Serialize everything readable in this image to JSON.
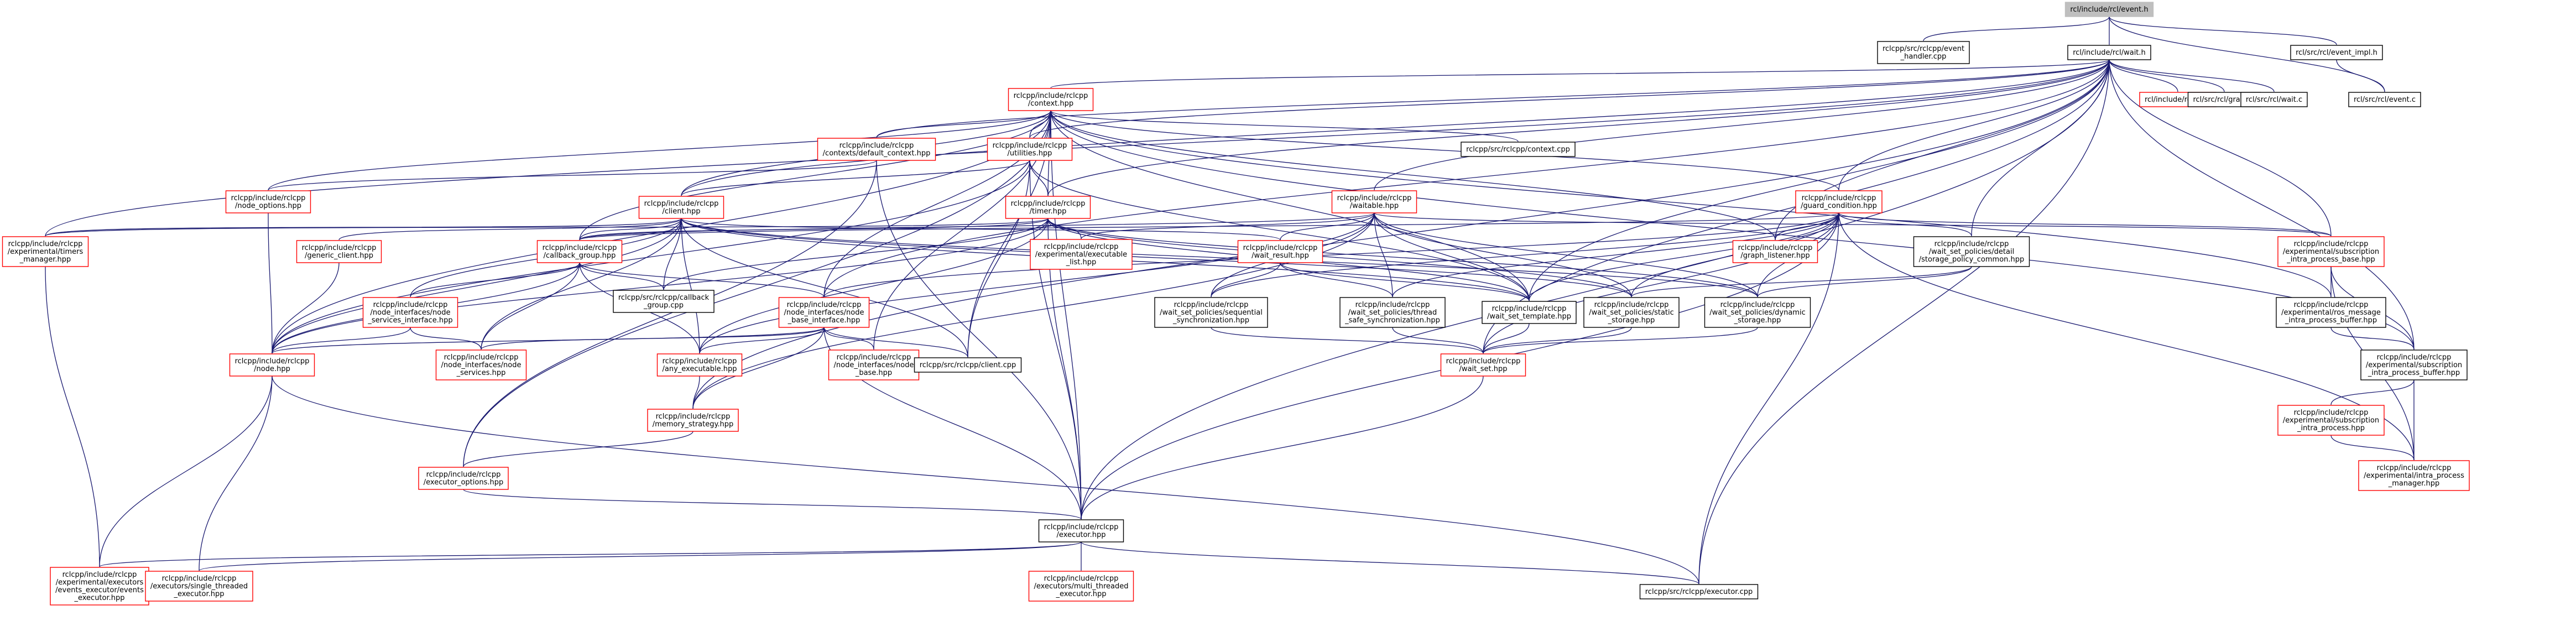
{
  "colors": {
    "edge": "#191970",
    "border_default": "#000000",
    "border_red": "#ff0000",
    "border_gray": "#bfbfbf",
    "fill_root": "#bfbfbf",
    "fill_default": "#ffffff"
  },
  "nodes": {
    "event_h": {
      "lines": [
        "rcl/include/rcl/event.h"
      ],
      "kind": "root"
    },
    "event_handler_cpp": {
      "lines": [
        "rclcpp/src/rclcpp/event",
        "_handler.cpp"
      ],
      "kind": "plain"
    },
    "wait_h": {
      "lines": [
        "rcl/include/rcl/wait.h"
      ],
      "kind": "plain"
    },
    "event_impl_h": {
      "lines": [
        "rcl/src/rcl/event_impl.h"
      ],
      "kind": "plain"
    },
    "event_c": {
      "lines": [
        "rcl/src/rcl/event.c"
      ],
      "kind": "plain"
    },
    "rcl_h": {
      "lines": [
        "rcl/include/rcl/rcl.h"
      ],
      "kind": "red"
    },
    "graph_c": {
      "lines": [
        "rcl/src/rcl/graph.c"
      ],
      "kind": "plain"
    },
    "wait_c": {
      "lines": [
        "rcl/src/rcl/wait.c"
      ],
      "kind": "plain"
    },
    "context_hpp": {
      "lines": [
        "rclcpp/include/rclcpp",
        "/context.hpp"
      ],
      "kind": "red"
    },
    "default_context_hpp": {
      "lines": [
        "rclcpp/include/rclcpp",
        "/contexts/default_context.hpp"
      ],
      "kind": "red"
    },
    "utilities_hpp": {
      "lines": [
        "rclcpp/include/rclcpp",
        "/utilities.hpp"
      ],
      "kind": "red"
    },
    "context_cpp": {
      "lines": [
        "rclcpp/src/rclcpp/context.cpp"
      ],
      "kind": "plain"
    },
    "node_options_hpp": {
      "lines": [
        "rclcpp/include/rclcpp",
        "/node_options.hpp"
      ],
      "kind": "red"
    },
    "client_hpp": {
      "lines": [
        "rclcpp/include/rclcpp",
        "/client.hpp"
      ],
      "kind": "red"
    },
    "timer_hpp": {
      "lines": [
        "rclcpp/include/rclcpp",
        "/timer.hpp"
      ],
      "kind": "red"
    },
    "waitable_hpp": {
      "lines": [
        "rclcpp/include/rclcpp",
        "/waitable.hpp"
      ],
      "kind": "red"
    },
    "guard_condition_hpp": {
      "lines": [
        "rclcpp/include/rclcpp",
        "/guard_condition.hpp"
      ],
      "kind": "red"
    },
    "timers_manager_hpp": {
      "lines": [
        "rclcpp/include/rclcpp",
        "/experimental/timers",
        "_manager.hpp"
      ],
      "kind": "red"
    },
    "generic_client_hpp": {
      "lines": [
        "rclcpp/include/rclcpp",
        "/generic_client.hpp"
      ],
      "kind": "red"
    },
    "callback_group_hpp": {
      "lines": [
        "rclcpp/include/rclcpp",
        "/callback_group.hpp"
      ],
      "kind": "red"
    },
    "executable_list_hpp": {
      "lines": [
        "rclcpp/include/rclcpp",
        "/experimental/executable",
        "_list.hpp"
      ],
      "kind": "red"
    },
    "wait_result_hpp": {
      "lines": [
        "rclcpp/include/rclcpp",
        "/wait_result.hpp"
      ],
      "kind": "red"
    },
    "graph_listener_hpp": {
      "lines": [
        "rclcpp/include/rclcpp",
        "/graph_listener.hpp"
      ],
      "kind": "red"
    },
    "storage_policy_common_hpp": {
      "lines": [
        "rclcpp/include/rclcpp",
        "/wait_set_policies/detail",
        "/storage_policy_common.hpp"
      ],
      "kind": "plain"
    },
    "subscription_ipb_hpp": {
      "lines": [
        "rclcpp/include/rclcpp",
        "/experimental/subscription",
        "_intra_process_base.hpp"
      ],
      "kind": "red"
    },
    "callback_group_cpp": {
      "lines": [
        "rclcpp/src/rclcpp/callback",
        "_group.cpp"
      ],
      "kind": "plain"
    },
    "node_services_interface_hpp": {
      "lines": [
        "rclcpp/include/rclcpp",
        "/node_interfaces/node",
        "_services_interface.hpp"
      ],
      "kind": "red"
    },
    "node_base_interface_hpp": {
      "lines": [
        "rclcpp/include/rclcpp",
        "/node_interfaces/node",
        "_base_interface.hpp"
      ],
      "kind": "red"
    },
    "sequential_sync_hpp": {
      "lines": [
        "rclcpp/include/rclcpp",
        "/wait_set_policies/sequential",
        "_synchronization.hpp"
      ],
      "kind": "plain"
    },
    "thread_safe_sync_hpp": {
      "lines": [
        "rclcpp/include/rclcpp",
        "/wait_set_policies/thread",
        "_safe_synchronization.hpp"
      ],
      "kind": "plain"
    },
    "wait_set_template_hpp": {
      "lines": [
        "rclcpp/include/rclcpp",
        "/wait_set_template.hpp"
      ],
      "kind": "plain"
    },
    "static_storage_hpp": {
      "lines": [
        "rclcpp/include/rclcpp",
        "/wait_set_policies/static",
        "_storage.hpp"
      ],
      "kind": "plain"
    },
    "dynamic_storage_hpp": {
      "lines": [
        "rclcpp/include/rclcpp",
        "/wait_set_policies/dynamic",
        "_storage.hpp"
      ],
      "kind": "plain"
    },
    "ros_message_ipb_hpp": {
      "lines": [
        "rclcpp/include/rclcpp",
        "/experimental/ros_message",
        "_intra_process_buffer.hpp"
      ],
      "kind": "plain"
    },
    "node_hpp": {
      "lines": [
        "rclcpp/include/rclcpp",
        "/node.hpp"
      ],
      "kind": "red"
    },
    "node_services_hpp": {
      "lines": [
        "rclcpp/include/rclcpp",
        "/node_interfaces/node",
        "_services.hpp"
      ],
      "kind": "red"
    },
    "any_executable_hpp": {
      "lines": [
        "rclcpp/include/rclcpp",
        "/any_executable.hpp"
      ],
      "kind": "red"
    },
    "node_base_hpp": {
      "lines": [
        "rclcpp/include/rclcpp",
        "/node_interfaces/node",
        "_base.hpp"
      ],
      "kind": "red"
    },
    "client_cpp": {
      "lines": [
        "rclcpp/src/rclcpp/client.cpp"
      ],
      "kind": "plain"
    },
    "wait_set_hpp": {
      "lines": [
        "rclcpp/include/rclcpp",
        "/wait_set.hpp"
      ],
      "kind": "red"
    },
    "subscription_ipbuf_hpp": {
      "lines": [
        "rclcpp/include/rclcpp",
        "/experimental/subscription",
        "_intra_process_buffer.hpp"
      ],
      "kind": "plain"
    },
    "subscription_ip_hpp": {
      "lines": [
        "rclcpp/include/rclcpp",
        "/experimental/subscription",
        "_intra_process.hpp"
      ],
      "kind": "red"
    },
    "memory_strategy_hpp": {
      "lines": [
        "rclcpp/include/rclcpp",
        "/memory_strategy.hpp"
      ],
      "kind": "red"
    },
    "ip_manager_hpp": {
      "lines": [
        "rclcpp/include/rclcpp",
        "/experimental/intra_process",
        "_manager.hpp"
      ],
      "kind": "red"
    },
    "executor_options_hpp": {
      "lines": [
        "rclcpp/include/rclcpp",
        "/executor_options.hpp"
      ],
      "kind": "red"
    },
    "executor_hpp": {
      "lines": [
        "rclcpp/include/rclcpp",
        "/executor.hpp"
      ],
      "kind": "plain"
    },
    "events_executor_hpp": {
      "lines": [
        "rclcpp/include/rclcpp",
        "/experimental/executors",
        "/events_executor/events",
        "_executor.hpp"
      ],
      "kind": "red"
    },
    "single_threaded_hpp": {
      "lines": [
        "rclcpp/include/rclcpp",
        "/executors/single_threaded",
        "_executor.hpp"
      ],
      "kind": "red"
    },
    "multi_threaded_hpp": {
      "lines": [
        "rclcpp/include/rclcpp",
        "/executors/multi_threaded",
        "_executor.hpp"
      ],
      "kind": "red"
    },
    "executor_cpp": {
      "lines": [
        "rclcpp/src/rclcpp/executor.cpp"
      ],
      "kind": "plain"
    }
  },
  "edges": [
    [
      "event_h",
      "event_handler_cpp"
    ],
    [
      "event_h",
      "wait_h"
    ],
    [
      "event_h",
      "event_impl_h"
    ],
    [
      "event_h",
      "event_c"
    ],
    [
      "event_impl_h",
      "event_c"
    ],
    [
      "wait_h",
      "rcl_h"
    ],
    [
      "wait_h",
      "graph_c"
    ],
    [
      "wait_h",
      "wait_c"
    ],
    [
      "wait_h",
      "context_hpp"
    ],
    [
      "wait_h",
      "default_context_hpp"
    ],
    [
      "wait_h",
      "utilities_hpp"
    ],
    [
      "wait_h",
      "client_hpp"
    ],
    [
      "wait_h",
      "timer_hpp"
    ],
    [
      "wait_h",
      "waitable_hpp"
    ],
    [
      "wait_h",
      "guard_condition_hpp"
    ],
    [
      "wait_h",
      "timers_manager_hpp"
    ],
    [
      "wait_h",
      "graph_listener_hpp"
    ],
    [
      "wait_h",
      "storage_policy_common_hpp"
    ],
    [
      "wait_h",
      "subscription_ipb_hpp"
    ],
    [
      "wait_h",
      "wait_set_template_hpp"
    ],
    [
      "wait_h",
      "wait_set_hpp"
    ],
    [
      "wait_h",
      "executor_hpp"
    ],
    [
      "wait_h",
      "memory_strategy_hpp"
    ],
    [
      "wait_h",
      "executor_cpp"
    ],
    [
      "wait_h",
      "subscription_ipbuf_hpp"
    ],
    [
      "wait_h",
      "node_base_interface_hpp"
    ],
    [
      "context_hpp",
      "default_context_hpp"
    ],
    [
      "context_hpp",
      "utilities_hpp"
    ],
    [
      "context_hpp",
      "context_cpp"
    ],
    [
      "context_hpp",
      "node_options_hpp"
    ],
    [
      "context_hpp",
      "client_hpp"
    ],
    [
      "context_hpp",
      "timer_hpp"
    ],
    [
      "context_hpp",
      "guard_condition_hpp"
    ],
    [
      "context_hpp",
      "callback_group_hpp"
    ],
    [
      "context_hpp",
      "graph_listener_hpp"
    ],
    [
      "context_hpp",
      "node_base_interface_hpp"
    ],
    [
      "context_hpp",
      "wait_set_template_hpp"
    ],
    [
      "context_hpp",
      "node_hpp"
    ],
    [
      "context_hpp",
      "executor_hpp"
    ],
    [
      "context_hpp",
      "executor_options_hpp"
    ],
    [
      "context_hpp",
      "ros_message_ipb_hpp"
    ],
    [
      "context_hpp",
      "client_cpp"
    ],
    [
      "context_hpp",
      "node_base_hpp"
    ],
    [
      "context_hpp",
      "subscription_ipbuf_hpp"
    ],
    [
      "default_context_hpp",
      "node_options_hpp"
    ],
    [
      "default_context_hpp",
      "executor_options_hpp"
    ],
    [
      "default_context_hpp",
      "executor_hpp"
    ],
    [
      "utilities_hpp",
      "timer_hpp"
    ],
    [
      "utilities_hpp",
      "client_hpp"
    ],
    [
      "utilities_hpp",
      "node_hpp"
    ],
    [
      "utilities_hpp",
      "executor_hpp"
    ],
    [
      "utilities_hpp",
      "wait_set_template_hpp"
    ],
    [
      "utilities_hpp",
      "client_cpp"
    ],
    [
      "node_options_hpp",
      "node_hpp"
    ],
    [
      "client_hpp",
      "generic_client_hpp"
    ],
    [
      "client_hpp",
      "callback_group_hpp"
    ],
    [
      "client_hpp",
      "timers_manager_hpp"
    ],
    [
      "client_hpp",
      "any_executable_hpp"
    ],
    [
      "client_hpp",
      "node_services_interface_hpp"
    ],
    [
      "client_hpp",
      "node_services_hpp"
    ],
    [
      "client_hpp",
      "client_cpp"
    ],
    [
      "client_hpp",
      "callback_group_cpp"
    ],
    [
      "client_hpp",
      "wait_set_template_hpp"
    ],
    [
      "client_hpp",
      "static_storage_hpp"
    ],
    [
      "client_hpp",
      "dynamic_storage_hpp"
    ],
    [
      "client_hpp",
      "node_hpp"
    ],
    [
      "client_hpp",
      "wait_result_hpp"
    ],
    [
      "timer_hpp",
      "callback_group_hpp"
    ],
    [
      "timer_hpp",
      "executable_list_hpp"
    ],
    [
      "timer_hpp",
      "timers_manager_hpp"
    ],
    [
      "timer_hpp",
      "any_executable_hpp"
    ],
    [
      "timer_hpp",
      "wait_set_template_hpp"
    ],
    [
      "timer_hpp",
      "static_storage_hpp"
    ],
    [
      "timer_hpp",
      "dynamic_storage_hpp"
    ],
    [
      "timer_hpp",
      "node_hpp"
    ],
    [
      "timer_hpp",
      "executor_hpp"
    ],
    [
      "timer_hpp",
      "callback_group_cpp"
    ],
    [
      "waitable_hpp",
      "callback_group_hpp"
    ],
    [
      "waitable_hpp",
      "wait_result_hpp"
    ],
    [
      "waitable_hpp",
      "executable_list_hpp"
    ],
    [
      "waitable_hpp",
      "sequential_sync_hpp"
    ],
    [
      "waitable_hpp",
      "thread_safe_sync_hpp"
    ],
    [
      "waitable_hpp",
      "wait_set_template_hpp"
    ],
    [
      "waitable_hpp",
      "static_storage_hpp"
    ],
    [
      "waitable_hpp",
      "dynamic_storage_hpp"
    ],
    [
      "waitable_hpp",
      "any_executable_hpp"
    ],
    [
      "waitable_hpp",
      "subscription_ipb_hpp"
    ],
    [
      "waitable_hpp",
      "memory_strategy_hpp"
    ],
    [
      "guard_condition_hpp",
      "graph_listener_hpp"
    ],
    [
      "guard_condition_hpp",
      "callback_group_hpp"
    ],
    [
      "guard_condition_hpp",
      "storage_policy_common_hpp"
    ],
    [
      "guard_condition_hpp",
      "sequential_sync_hpp"
    ],
    [
      "guard_condition_hpp",
      "thread_safe_sync_hpp"
    ],
    [
      "guard_condition_hpp",
      "wait_set_template_hpp"
    ],
    [
      "guard_condition_hpp",
      "static_storage_hpp"
    ],
    [
      "guard_condition_hpp",
      "dynamic_storage_hpp"
    ],
    [
      "guard_condition_hpp",
      "wait_set_hpp"
    ],
    [
      "guard_condition_hpp",
      "executor_hpp"
    ],
    [
      "guard_condition_hpp",
      "node_base_interface_hpp"
    ],
    [
      "guard_condition_hpp",
      "subscription_ipb_hpp"
    ],
    [
      "guard_condition_hpp",
      "ip_manager_hpp"
    ],
    [
      "guard_condition_hpp",
      "executor_cpp"
    ],
    [
      "timers_manager_hpp",
      "events_executor_hpp"
    ],
    [
      "generic_client_hpp",
      "node_hpp"
    ],
    [
      "callback_group_hpp",
      "node_services_interface_hpp"
    ],
    [
      "callback_group_hpp",
      "node_base_interface_hpp"
    ],
    [
      "callback_group_hpp",
      "callback_group_cpp"
    ],
    [
      "callback_group_hpp",
      "node_hpp"
    ],
    [
      "callback_group_hpp",
      "any_executable_hpp"
    ],
    [
      "callback_group_hpp",
      "node_services_hpp"
    ],
    [
      "wait_result_hpp",
      "sequential_sync_hpp"
    ],
    [
      "wait_result_hpp",
      "thread_safe_sync_hpp"
    ],
    [
      "wait_result_hpp",
      "wait_set_template_hpp"
    ],
    [
      "storage_policy_common_hpp",
      "static_storage_hpp"
    ],
    [
      "storage_policy_common_hpp",
      "dynamic_storage_hpp"
    ],
    [
      "subscription_ipb_hpp",
      "ros_message_ipb_hpp"
    ],
    [
      "subscription_ipb_hpp",
      "subscription_ipbuf_hpp"
    ],
    [
      "subscription_ipb_hpp",
      "ip_manager_hpp"
    ],
    [
      "node_services_interface_hpp",
      "node_hpp"
    ],
    [
      "node_services_interface_hpp",
      "node_services_hpp"
    ],
    [
      "node_base_interface_hpp",
      "node_hpp"
    ],
    [
      "node_base_interface_hpp",
      "node_base_hpp"
    ],
    [
      "node_base_interface_hpp",
      "any_executable_hpp"
    ],
    [
      "node_base_interface_hpp",
      "memory_strategy_hpp"
    ],
    [
      "node_base_interface_hpp",
      "client_cpp"
    ],
    [
      "node_base_interface_hpp",
      "node_services_hpp"
    ],
    [
      "node_base_interface_hpp",
      "executor_hpp"
    ],
    [
      "sequential_sync_hpp",
      "wait_set_hpp"
    ],
    [
      "thread_safe_sync_hpp",
      "wait_set_hpp"
    ],
    [
      "wait_set_template_hpp",
      "wait_set_hpp"
    ],
    [
      "static_storage_hpp",
      "wait_set_hpp"
    ],
    [
      "dynamic_storage_hpp",
      "wait_set_hpp"
    ],
    [
      "ros_message_ipb_hpp",
      "subscription_ipbuf_hpp"
    ],
    [
      "subscription_ipbuf_hpp",
      "subscription_ip_hpp"
    ],
    [
      "subscription_ipbuf_hpp",
      "ip_manager_hpp"
    ],
    [
      "subscription_ip_hpp",
      "ip_manager_hpp"
    ],
    [
      "any_executable_hpp",
      "memory_strategy_hpp"
    ],
    [
      "memory_strategy_hpp",
      "executor_options_hpp"
    ],
    [
      "executor_options_hpp",
      "executor_hpp"
    ],
    [
      "wait_set_hpp",
      "executor_hpp"
    ],
    [
      "node_hpp",
      "events_executor_hpp"
    ],
    [
      "node_hpp",
      "single_threaded_hpp"
    ],
    [
      "node_hpp",
      "executor_cpp"
    ],
    [
      "executor_hpp",
      "events_executor_hpp"
    ],
    [
      "executor_hpp",
      "single_threaded_hpp"
    ],
    [
      "executor_hpp",
      "multi_threaded_hpp"
    ],
    [
      "executor_hpp",
      "executor_cpp"
    ]
  ]
}
